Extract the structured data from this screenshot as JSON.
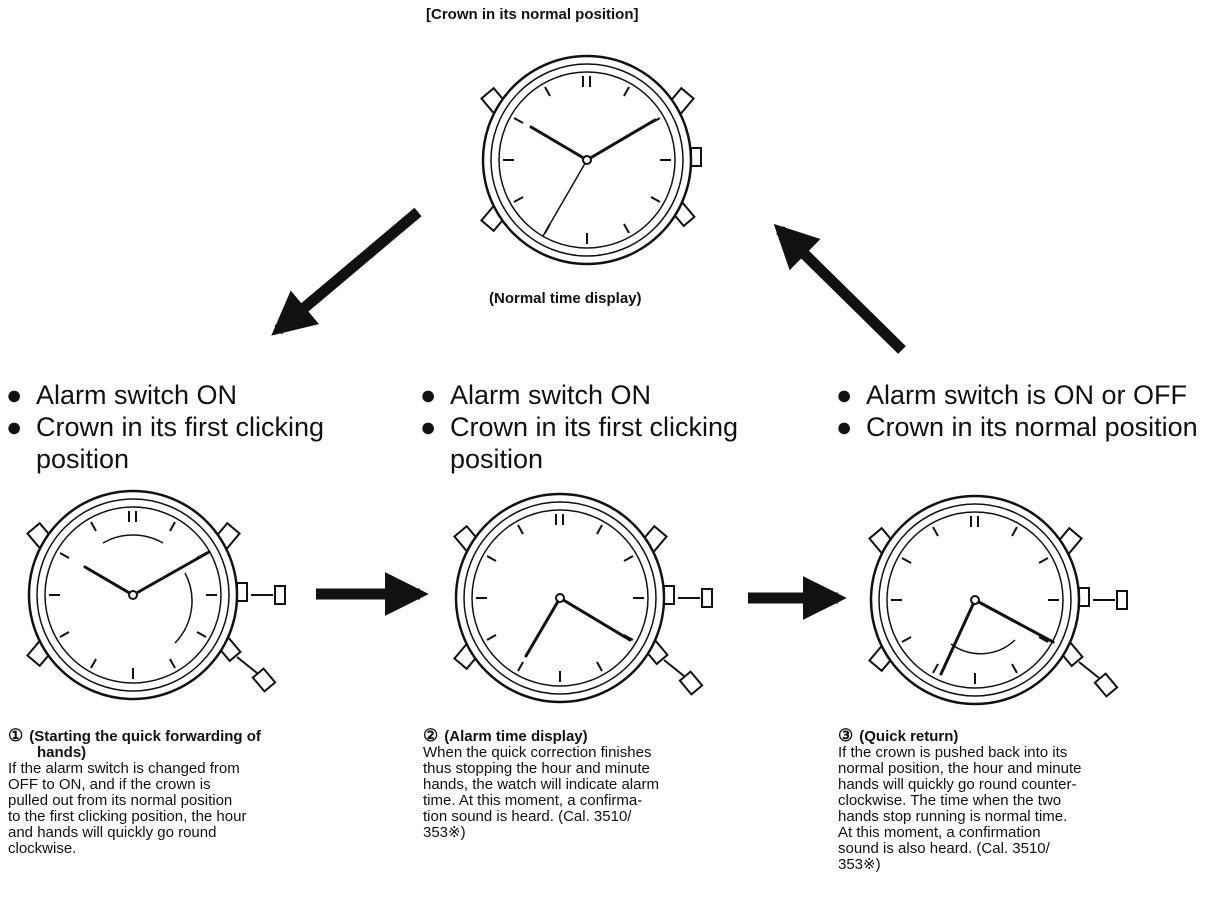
{
  "top_caption": "[Crown in its normal position]",
  "normal_caption": "(Normal time display)",
  "bullet_glyph": "●",
  "panels": [
    {
      "bullets": [
        "Alarm switch ON",
        "Crown in its first clicking",
        "position"
      ],
      "number": "①",
      "heading_line1": "(Starting the quick forwarding of",
      "heading_line2": "hands)",
      "body": [
        "If the alarm switch is changed from",
        "OFF to ON, and if the crown is",
        "pulled out from its normal position",
        "to the first clicking position, the hour",
        "and hands will quickly go round",
        "clockwise."
      ]
    },
    {
      "bullets": [
        "Alarm switch ON",
        "Crown in its first clicking",
        "position"
      ],
      "number": "②",
      "heading_line1": "(Alarm time display)",
      "body": [
        "When the quick correction finishes",
        "thus stopping the hour and minute",
        "hands, the watch will indicate alarm",
        "time. At this moment, a confirma-",
        "tion sound is heard. (Cal. 3510/",
        "353※)"
      ]
    },
    {
      "bullets": [
        "Alarm switch is ON or OFF",
        "Crown in its normal position"
      ],
      "number": "③",
      "heading_line1": "(Quick return)",
      "body": [
        "If the crown is pushed back into its",
        "normal position, the hour and minute",
        "hands will quickly go round counter-",
        "clockwise. The time when the two",
        "hands stop running is normal time.",
        "At this moment, a confirmation",
        "sound is also heard. (Cal. 3510/",
        "353※)"
      ]
    }
  ],
  "twelve_mark": "II",
  "colors": {
    "ink": "#111111",
    "paper": "#ffffff"
  }
}
